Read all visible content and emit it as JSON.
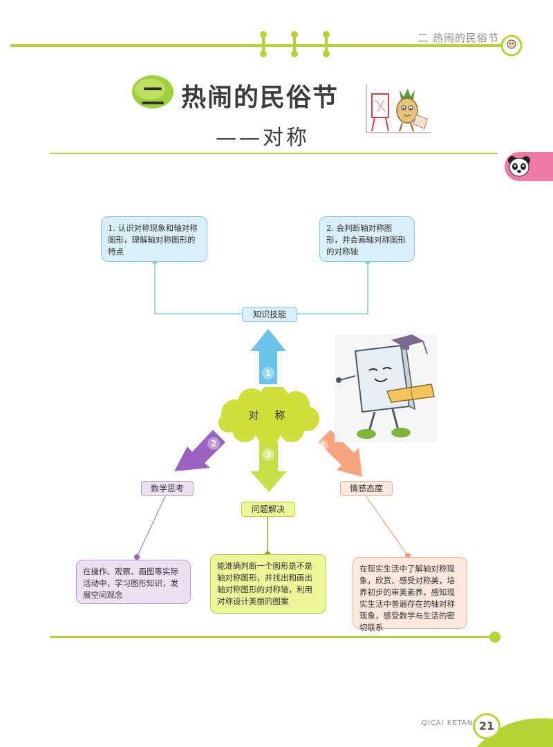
{
  "header": {
    "chapter_label": "二 热闹的民俗节"
  },
  "title": {
    "number": "二",
    "text": "热闹的民俗节",
    "subtitle": "——对称"
  },
  "mindmap": {
    "center": "对　称",
    "goal1": {
      "text": "1. 认识对称现象和轴对称图形，理解轴对称图形的特点"
    },
    "goal2": {
      "text": "2. 会判断轴对称图形，并会画轴对称图形的对称轴"
    },
    "label_knowledge": "知识技能",
    "label_math_thinking": "数学思考",
    "label_problem_solving": "问题解决",
    "label_emotion": "情感态度",
    "arrow_numbers": [
      "1",
      "2",
      "3",
      "4"
    ],
    "box_math_thinking": "在操作、观察、画图等实际活动中，学习图形知识，发展空间观念",
    "box_problem_solving": "能准确判断一个图形是不是轴对称图形，并找出和画出轴对称图形的对称轴，利用对称设计美丽的图案",
    "box_emotion": "在现实生活中了解轴对称现象，欣赏、感受对称美，培养初步的审美素养，感知现实生活中普遍存在的轴对称现象，感受数学与生活的密切联系"
  },
  "footer": {
    "brand": "QICAI KETANG",
    "page": "21"
  },
  "colors": {
    "accent_green": "#b5d334",
    "pink_tab": "#f07aa6",
    "blue_arrow": "#6cc3ea",
    "purple_arrow": "#9a63c0",
    "green_arrow": "#c7e04a",
    "orange_arrow": "#f49a72"
  }
}
